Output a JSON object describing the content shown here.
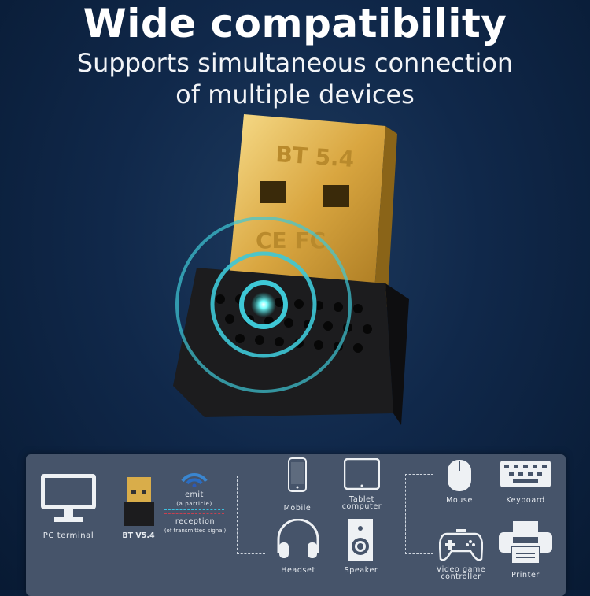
{
  "headline": "Wide compatibility",
  "subheadline_1": "Supports simultaneous connection",
  "subheadline_2": "of multiple devices",
  "product": {
    "marking": "BT 5.4",
    "certifications": "CE FC"
  },
  "diagram": {
    "pc": "PC terminal",
    "adapter": "BT V5.4",
    "emit": "emit",
    "emit_note": "(a particle)",
    "reception": "reception",
    "reception_note": "(of transmitted signal)",
    "devices": {
      "mobile": "Mobile",
      "tablet_1": "Tablet",
      "tablet_2": "computer",
      "headset": "Headset",
      "speaker": "Speaker",
      "mouse": "Mouse",
      "keyboard": "Keyboard",
      "controller_1": "Video game",
      "controller_2": "controller",
      "printer": "Printer"
    }
  },
  "colors": {
    "panel": "#46546a",
    "gold": "#d9ad4a",
    "signal": "#3ec8d6"
  }
}
